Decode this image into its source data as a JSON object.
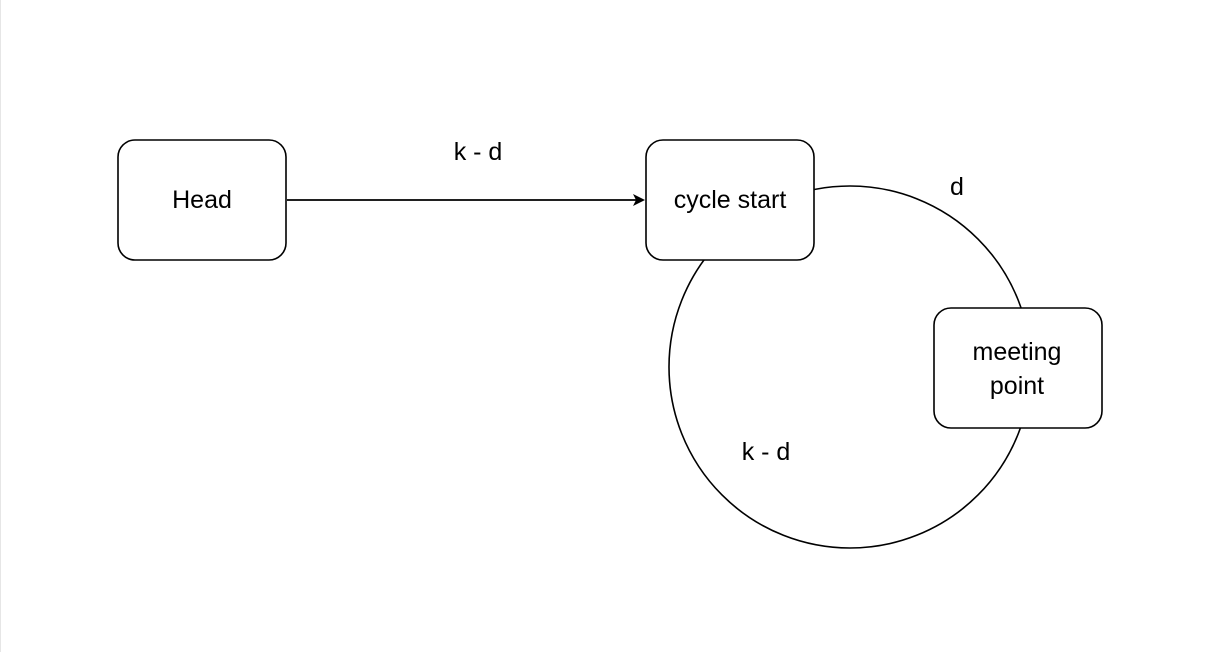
{
  "diagram": {
    "nodes": {
      "head": {
        "label": "Head"
      },
      "cycle_start": {
        "label": "cycle start"
      },
      "meeting_point": {
        "label_line1": "meeting",
        "label_line2": "point"
      }
    },
    "edge_labels": {
      "head_to_cycle_start": "k - d",
      "cycle_start_to_meeting_point": "d",
      "meeting_point_to_cycle_start": "k - d"
    },
    "colors": {
      "stroke": "#000000",
      "node_fill": "#ffffff",
      "text": "#000000"
    }
  }
}
